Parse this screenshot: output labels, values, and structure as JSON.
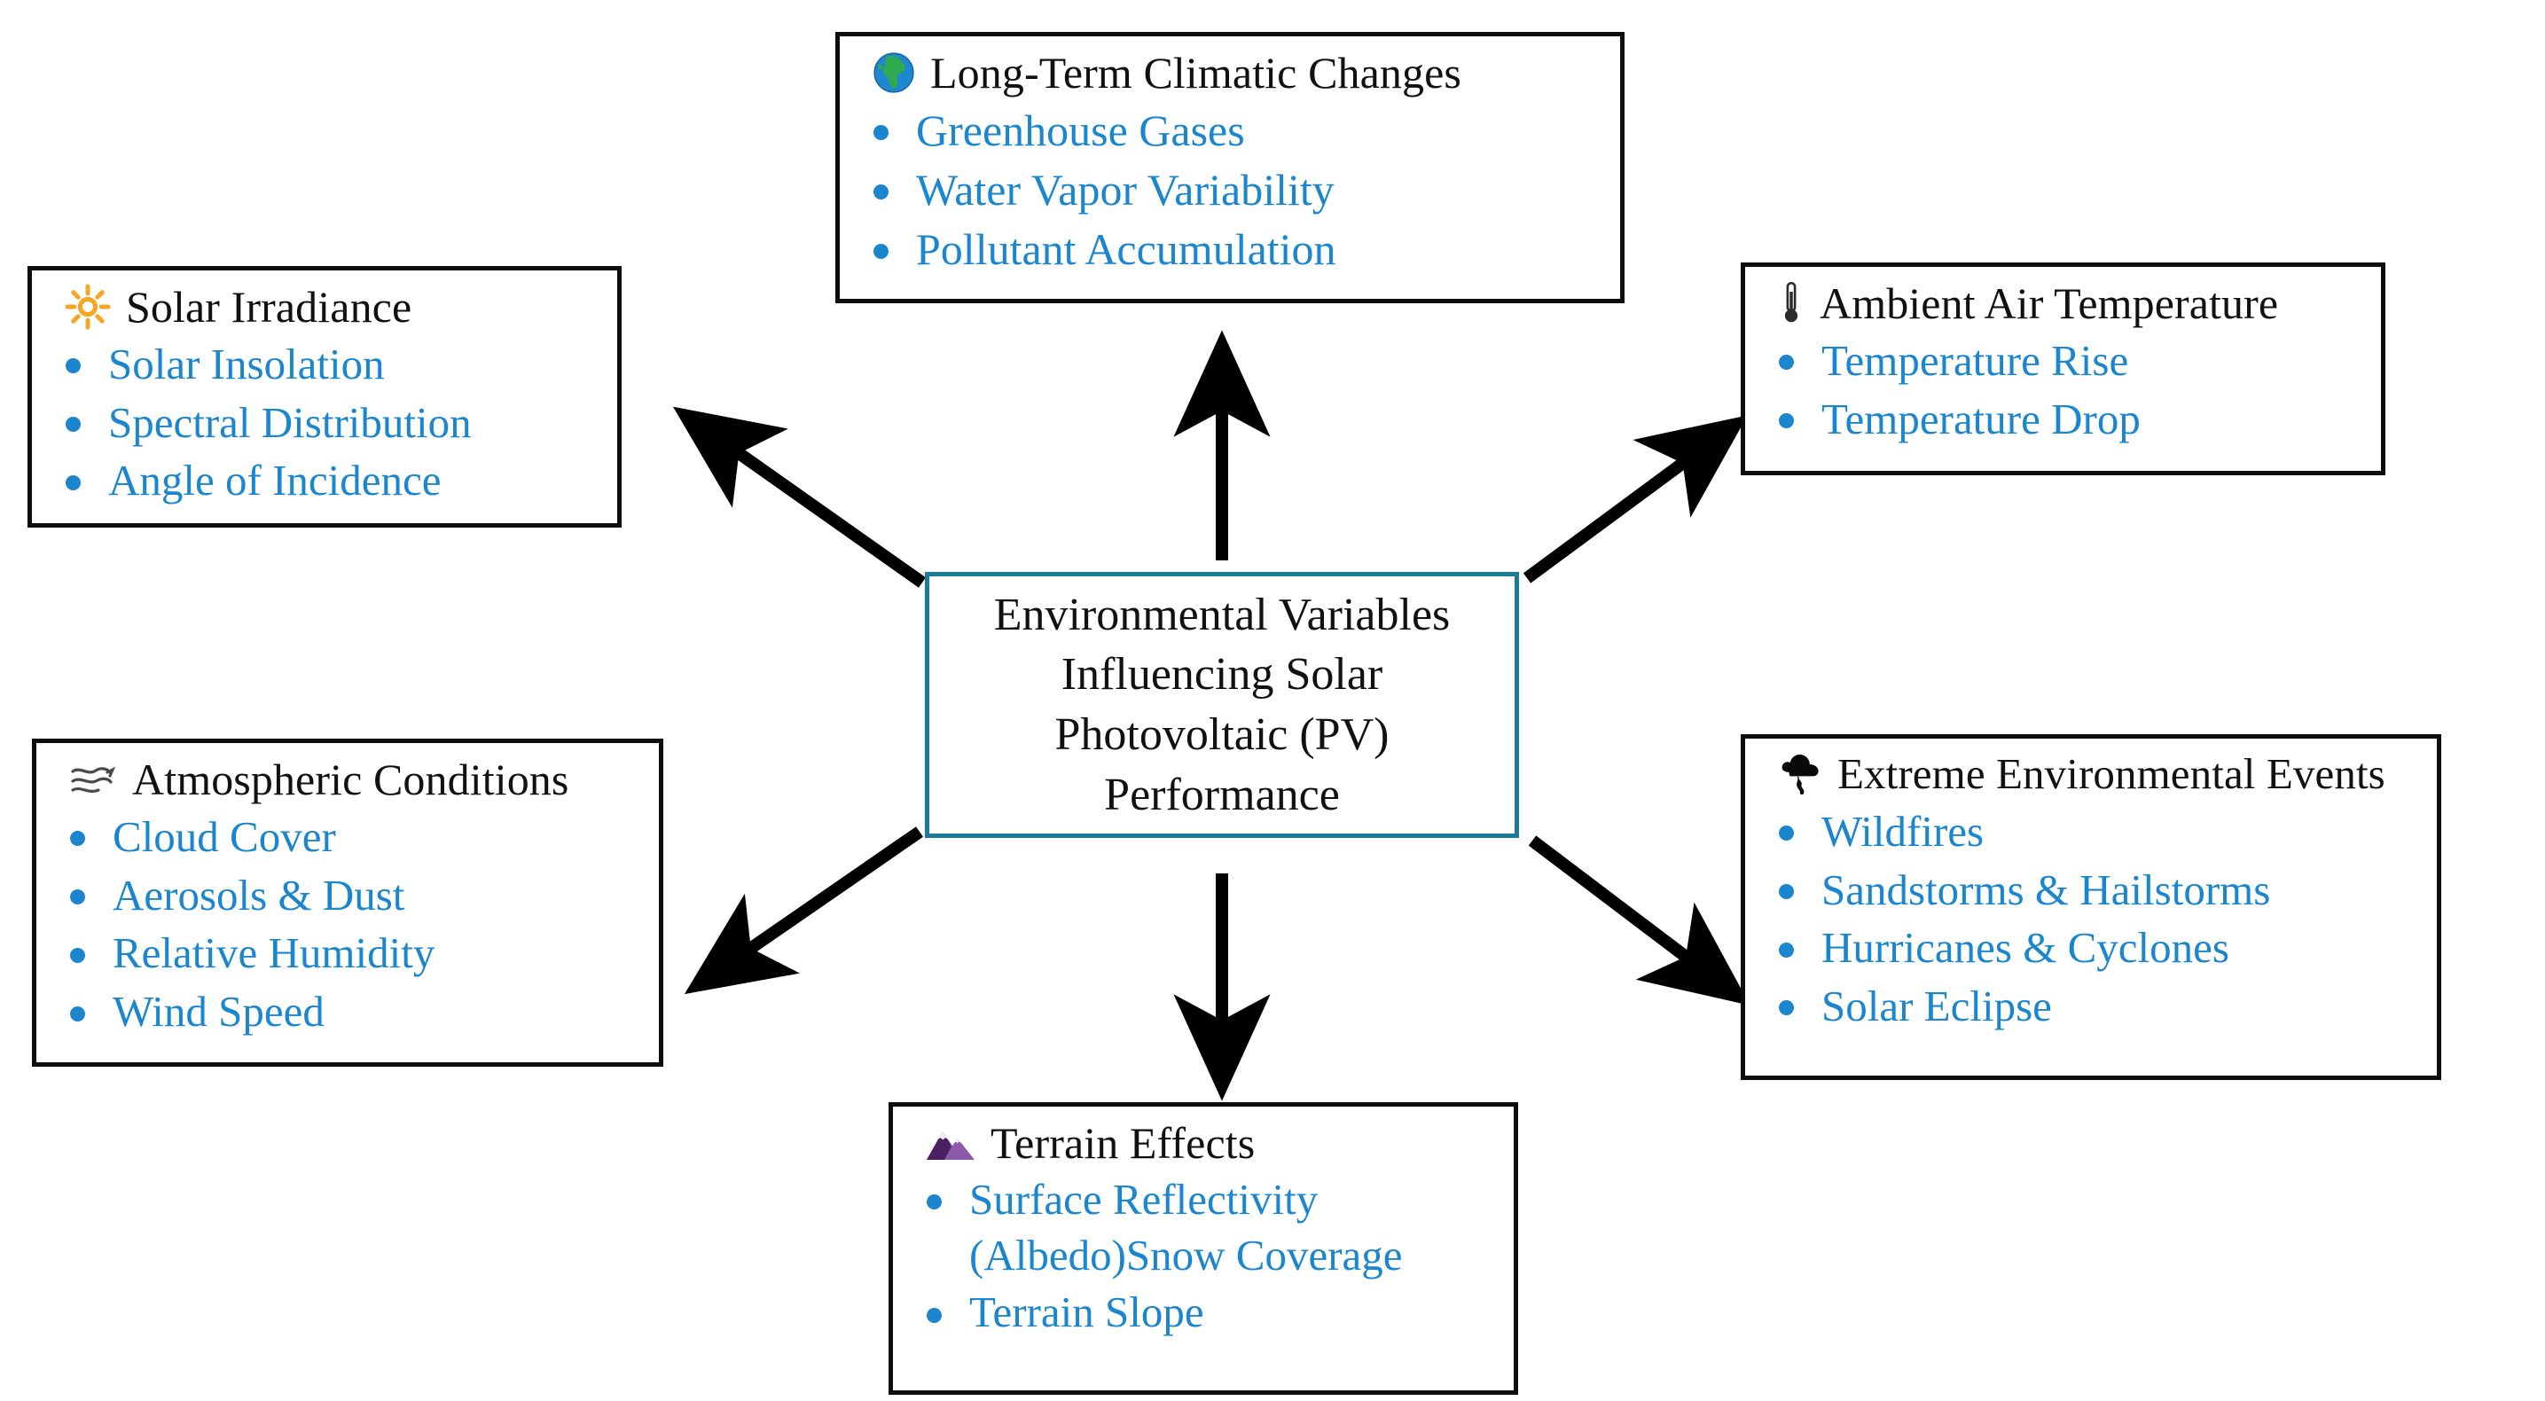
{
  "center": {
    "text": "Environmental Variables\nInfluencing Solar\nPhotovoltaic (PV)\nPerformance",
    "border_color": "#1b7a99"
  },
  "theme": {
    "bullet_color": "#1b86ce",
    "item_text_color": "#1b86ce",
    "title_text_color": "#111111",
    "box_border_color": "#0d0d0d",
    "background": "#ffffff",
    "arrow_color": "#000000"
  },
  "nodes": [
    {
      "id": "solar",
      "icon": "sun-icon",
      "title": "Solar Irradiance",
      "items": [
        "Solar Insolation",
        "Spectral Distribution",
        "Angle of Incidence"
      ]
    },
    {
      "id": "climate",
      "icon": "earth-globe-icon",
      "title": "Long-Term Climatic Changes",
      "items": [
        "Greenhouse Gases",
        "Water Vapor Variability",
        "Pollutant Accumulation"
      ]
    },
    {
      "id": "ambient",
      "icon": "thermometer-icon",
      "title": "Ambient Air Temperature",
      "items": [
        "Temperature Rise",
        "Temperature Drop"
      ]
    },
    {
      "id": "atmos",
      "icon": "wind-waves-icon",
      "title": "Atmospheric Conditions",
      "items": [
        "Cloud Cover",
        "Aerosols & Dust",
        "Relative Humidity",
        "Wind Speed"
      ]
    },
    {
      "id": "extreme",
      "icon": "tornado-icon",
      "title": "Extreme Environmental Events",
      "items": [
        "Wildfires",
        "Sandstorms & Hailstorms",
        "Hurricanes & Cyclones",
        "Solar Eclipse"
      ]
    },
    {
      "id": "terrain",
      "icon": "mountain-icon",
      "title": "Terrain Effects",
      "items": [
        "Surface Reflectivity\n(Albedo)Snow Coverage",
        "Terrain Slope"
      ]
    }
  ],
  "arrows": [
    {
      "name": "arrow-center-to-solar",
      "from": "center",
      "to": "solar",
      "direction": "up-left"
    },
    {
      "name": "arrow-center-to-climate",
      "from": "center",
      "to": "climate",
      "direction": "up"
    },
    {
      "name": "arrow-center-to-ambient",
      "from": "center",
      "to": "ambient",
      "direction": "up-right"
    },
    {
      "name": "arrow-center-to-atmos",
      "from": "center",
      "to": "atmos",
      "direction": "down-left"
    },
    {
      "name": "arrow-center-to-terrain",
      "from": "center",
      "to": "terrain",
      "direction": "down"
    },
    {
      "name": "arrow-center-to-extreme",
      "from": "center",
      "to": "extreme",
      "direction": "down-right"
    }
  ]
}
